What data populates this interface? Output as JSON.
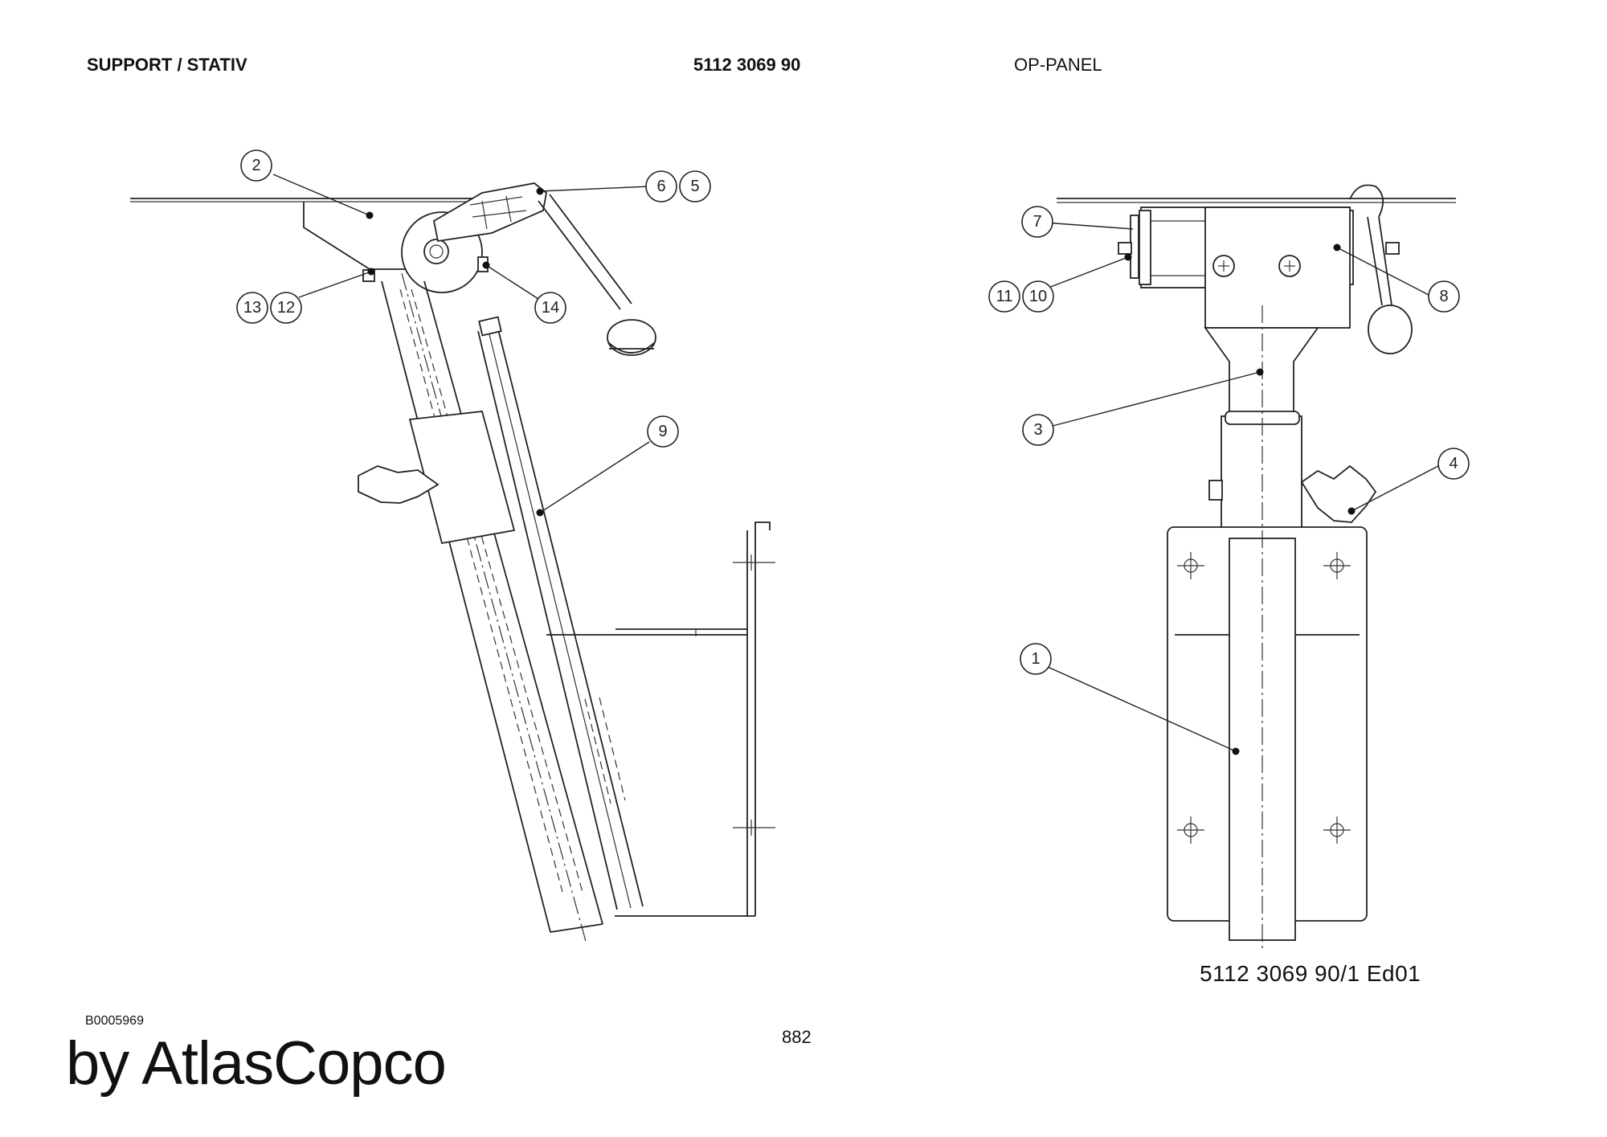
{
  "header": {
    "title_left": "SUPPORT / STATIV",
    "part_number": "5112 3069 90",
    "title_right": "OP-PANEL"
  },
  "drawing_reference": "5112 3069 90/1  Ed01",
  "document_code": "B0005969",
  "page_number": "882",
  "brand": "by AtlasCopco",
  "callouts": {
    "c1": "1",
    "c2": "2",
    "c3": "3",
    "c4": "4",
    "c5": "5",
    "c6": "6",
    "c7": "7",
    "c8": "8",
    "c9": "9",
    "c10": "10",
    "c11": "11",
    "c12": "12",
    "c13": "13",
    "c14": "14"
  }
}
